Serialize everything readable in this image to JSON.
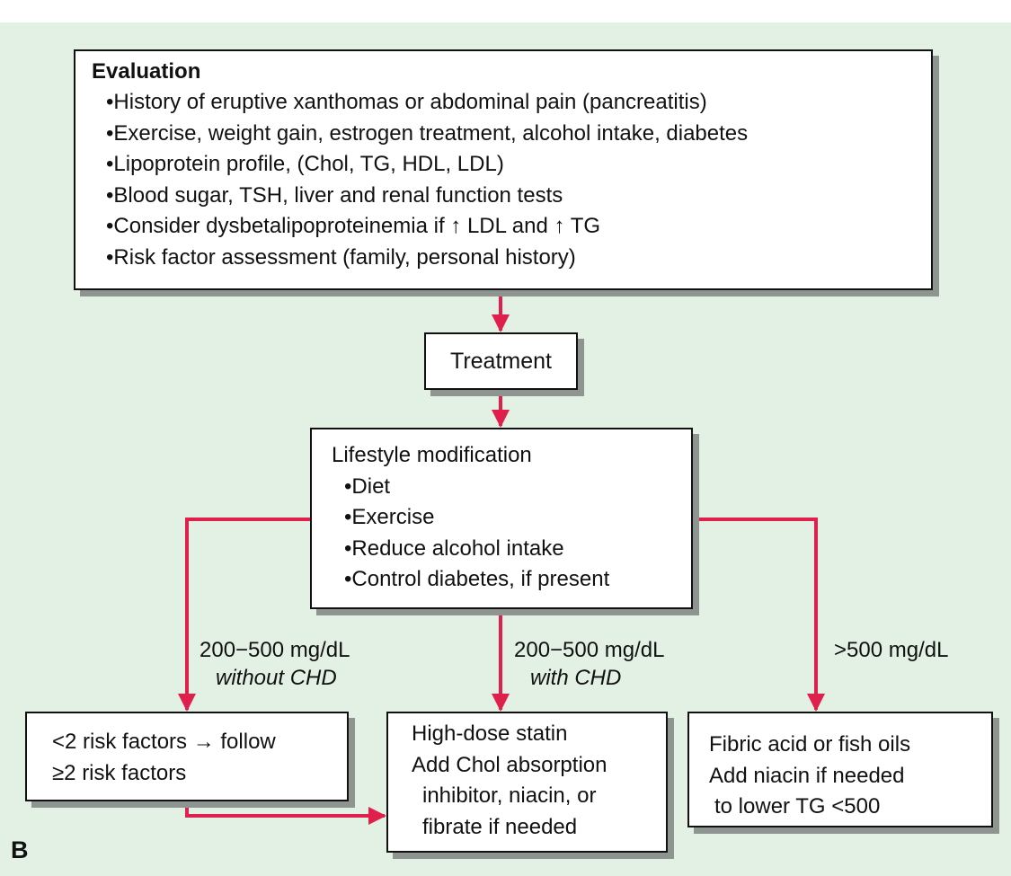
{
  "evaluation": {
    "title": "Evaluation",
    "items": [
      "History of eruptive xanthomas or abdominal pain (pancreatitis)",
      "Exercise, weight gain, estrogen treatment, alcohol intake, diabetes",
      "Lipoprotein profile, (Chol, TG, HDL, LDL)",
      "Blood sugar, TSH, liver and renal function tests",
      "Consider dysbetalipoproteinemia if ↑ LDL and ↑ TG",
      "Risk factor assessment (family, personal history)"
    ]
  },
  "treatment": {
    "label": "Treatment"
  },
  "lifestyle": {
    "title": "Lifestyle modification",
    "items": [
      "Diet",
      "Exercise",
      "Reduce alcohol intake",
      "Control diabetes, if present"
    ]
  },
  "branches": {
    "left": {
      "line1": "200−500 mg/dL",
      "line2": "without CHD"
    },
    "middle": {
      "line1": "200−500 mg/dL",
      "line2": "with CHD"
    },
    "right": {
      "line1": ">500 mg/dL"
    }
  },
  "outcomes": {
    "left": {
      "lines": [
        "<2 risk factors → follow",
        "≥2 risk factors"
      ]
    },
    "middle": {
      "lines": [
        "High-dose statin",
        "Add Chol absorption",
        "inhibitor, niacin, or",
        "fibrate if needed"
      ]
    },
    "right": {
      "lines": [
        "Fibric acid or fish oils",
        "Add niacin if needed",
        "to lower TG <500"
      ]
    }
  },
  "panel_label": "B",
  "colors": {
    "background": "#e3f0e4",
    "arrow": "#e0204c",
    "shadow": "#8e9590",
    "border": "#111111"
  }
}
